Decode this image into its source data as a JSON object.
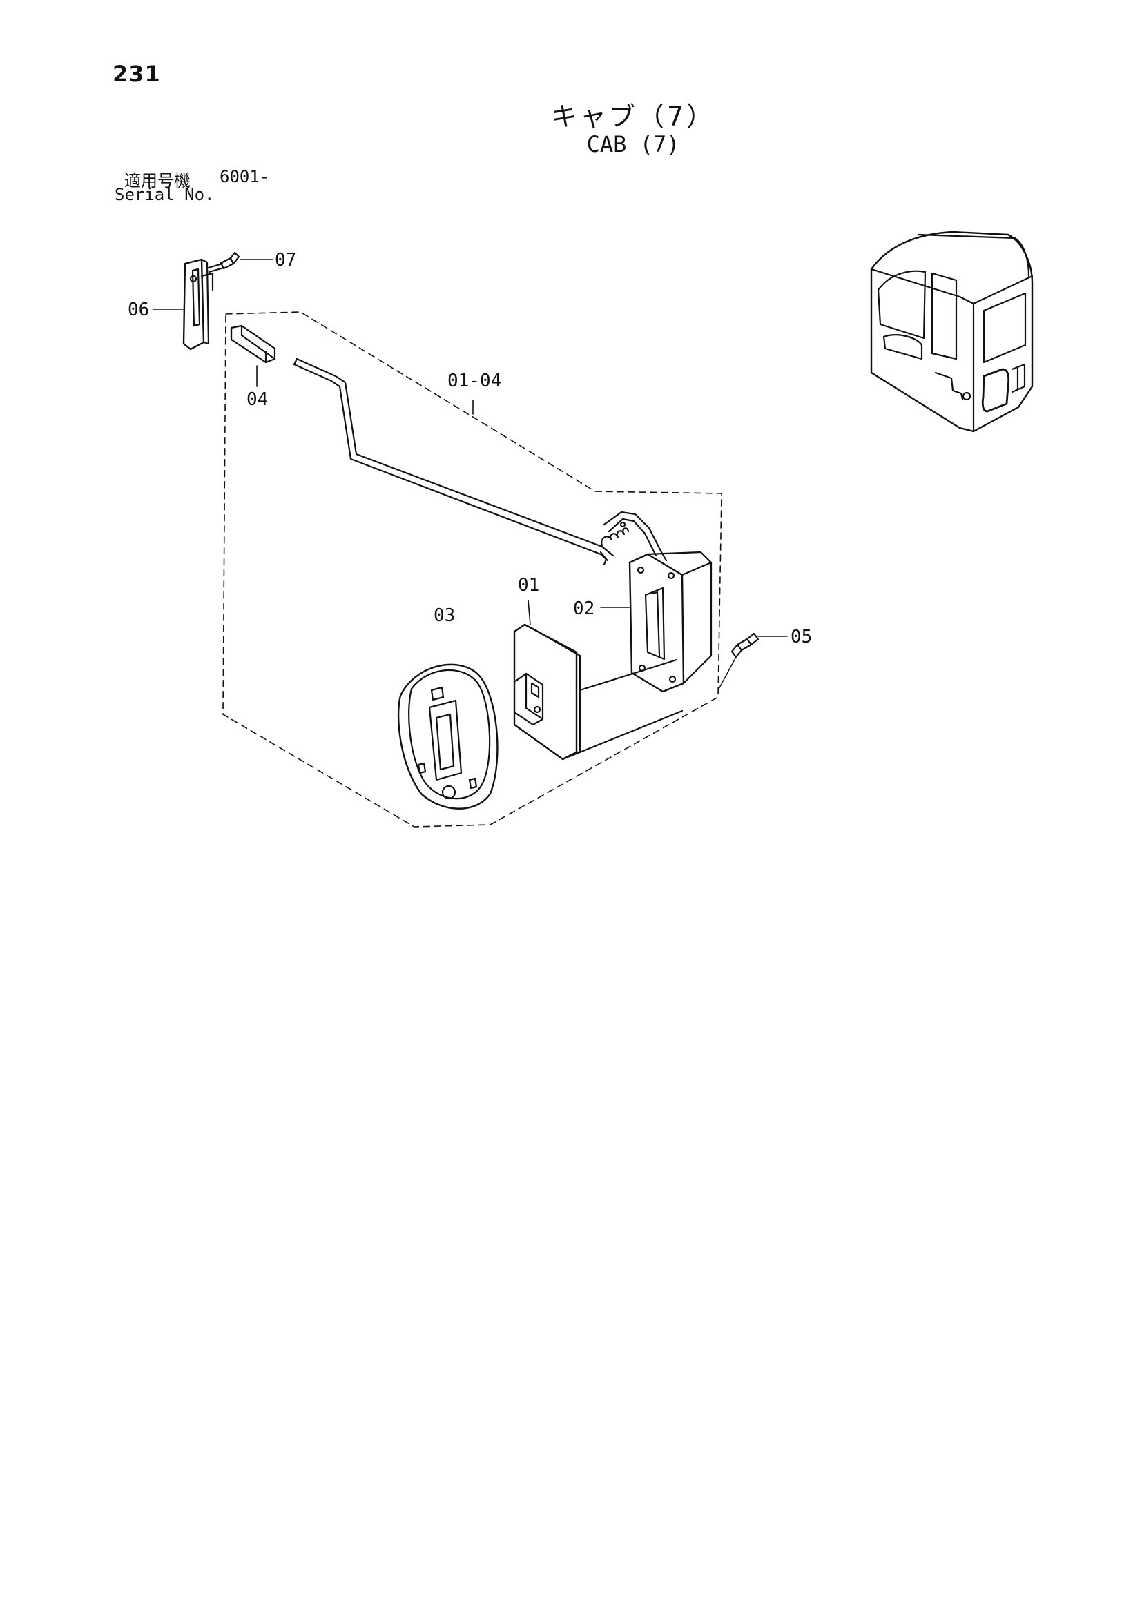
{
  "page": {
    "number": "231",
    "title_jp": "キャブ（7）",
    "title_en": "CAB (7)",
    "serial_label_jp": "適用号機",
    "serial_range": "6001-",
    "serial_label_en": "Serial No."
  },
  "callouts": [
    {
      "id": "07",
      "label": "07"
    },
    {
      "id": "06",
      "label": "06"
    },
    {
      "id": "04",
      "label": "04"
    },
    {
      "id": "01-04",
      "label": "01-04"
    },
    {
      "id": "03",
      "label": "03"
    },
    {
      "id": "01",
      "label": "01"
    },
    {
      "id": "02",
      "label": "02"
    },
    {
      "id": "05",
      "label": "05"
    }
  ],
  "colors": {
    "ink": "#111111",
    "paper": "#ffffff"
  }
}
